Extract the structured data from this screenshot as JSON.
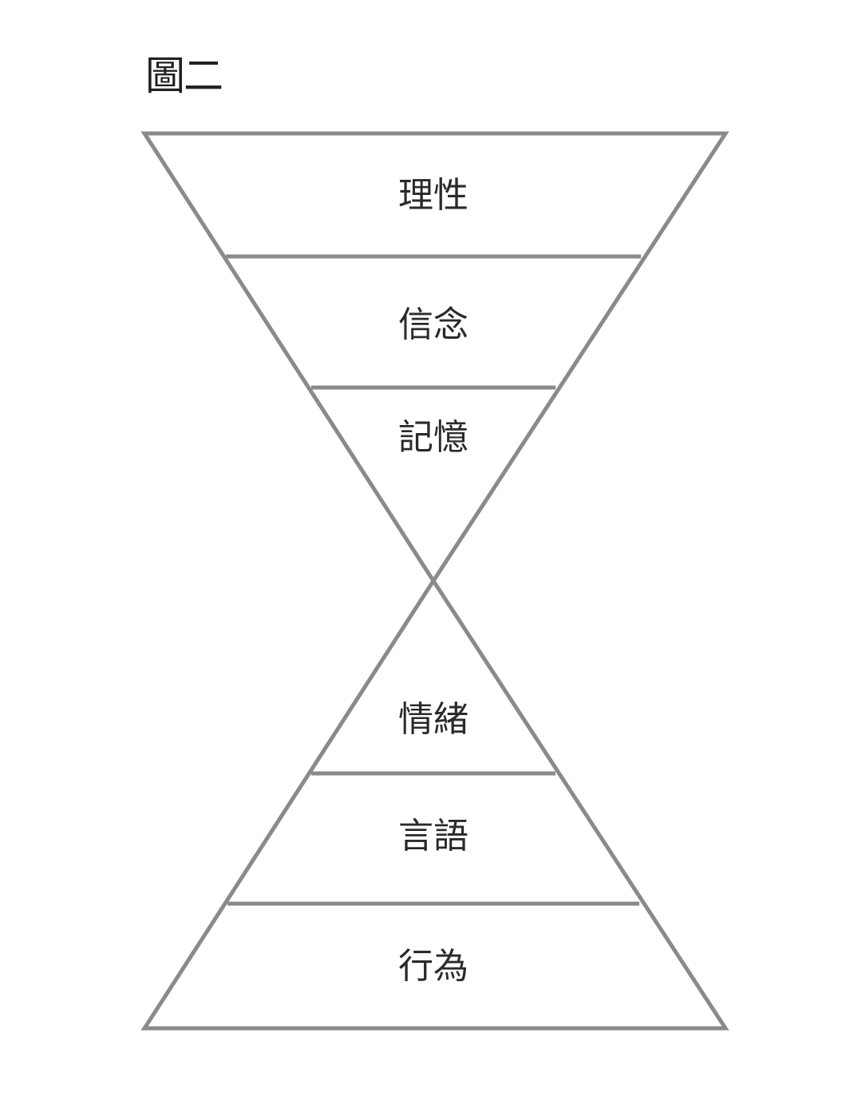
{
  "figure": {
    "title": "圖二"
  },
  "diagram": {
    "stroke_color": "#8a8a8a",
    "top_layers": [
      "理性",
      "信念",
      "記憶"
    ],
    "bottom_layers": [
      "情緒",
      "言語",
      "行為"
    ]
  }
}
